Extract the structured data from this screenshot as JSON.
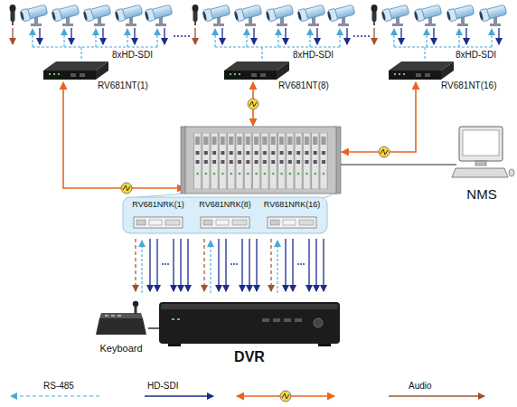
{
  "diagram": {
    "nodes": [
      {
        "text": [
          "RV681NT(1)"
        ]
      },
      {
        "text": [
          "RV681NT(8)"
        ]
      },
      {
        "text": [
          "RV681NT(16)"
        ]
      },
      {
        "text": [
          "RV681NRK(1)"
        ]
      },
      {
        "text": [
          "RV681NRK(8)"
        ]
      },
      {
        "text": [
          "RV681NRK(16)"
        ]
      },
      {
        "text": [
          "NMS"
        ]
      },
      {
        "text": [
          "Keyboard"
        ]
      },
      {
        "text": [
          "DVR"
        ]
      }
    ],
    "edges": [
      {
        "from": 7,
        "to": 8,
        "arrow": "none"
      }
    ],
    "labels": [
      "8xHD-SDI",
      "8xHD-SDI",
      "8xHD-SDI"
    ],
    "legend": [
      {
        "text": "RS-485"
      },
      {
        "text": "HD-SDI"
      },
      {
        "text": "Audio"
      }
    ]
  }
}
